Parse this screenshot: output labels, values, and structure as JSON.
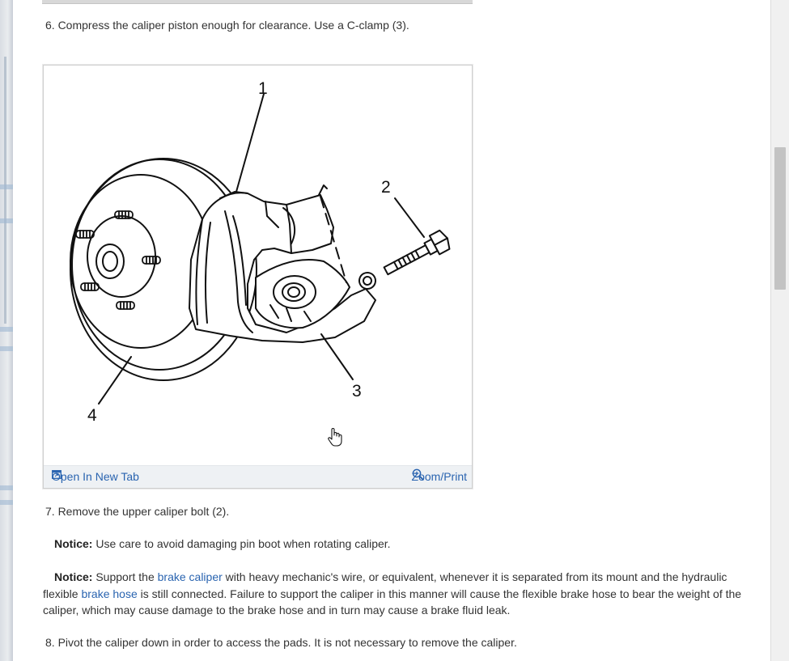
{
  "steps": {
    "s6": "6. Compress the caliper piston enough for clearance. Use a C-clamp (3).",
    "s7": "7. Remove the upper caliper bolt (2).",
    "s8": "8. Pivot the caliper down in order to access the pads. It is not necessary to remove the caliper."
  },
  "figure": {
    "callouts": [
      "1",
      "2",
      "3",
      "4"
    ],
    "open_tab_label": "Open In New Tab",
    "zoom_label": "Zoom/Print",
    "icons": {
      "open_tab": "open-new-tab-icon",
      "zoom": "zoom-in-icon",
      "cursor": "hand-pointer-icon"
    }
  },
  "notice1": {
    "label": "Notice:",
    "text": "Use care to avoid damaging pin boot when rotating caliper."
  },
  "notice2": {
    "label": "Notice:",
    "t1": "Support the",
    "link1": "brake caliper",
    "t2": "with heavy mechanic's wire, or equivalent, whenever it is separated from its mount and the hydraulic flexible",
    "link2": "brake hose",
    "t3": "is still connected. Failure to support the caliper in this manner will cause the flexible brake hose to bear the weight of the caliper, which may cause damage to the brake hose and in turn may cause a brake fluid leak."
  },
  "colors": {
    "link": "#2a64b0",
    "text": "#333333",
    "footer_bg": "#eef1f4"
  }
}
